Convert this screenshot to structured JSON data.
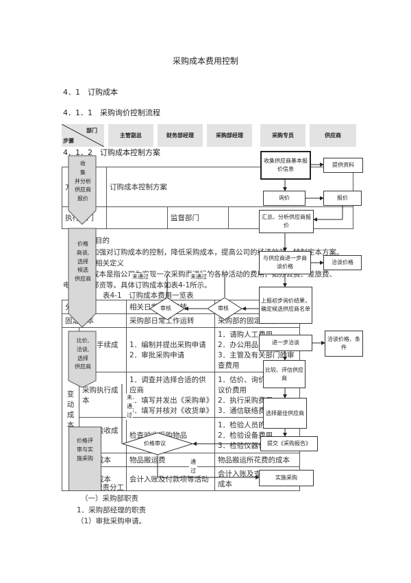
{
  "doc": {
    "title": "采购成本费用控制",
    "sec_4_1": "4．1　订购成本",
    "sec_4_1_1": "4．1．1　采购询价控制流程",
    "sec_4_1_2": "4．1．2　订购成本控制方案"
  },
  "lanes": {
    "dept": "部门",
    "step": "步骤",
    "items": [
      "主管副总",
      "财务部经理",
      "采购部经理",
      "采购专员",
      "供应商"
    ]
  },
  "plan_table": {
    "row1_c1": "方",
    "row1_c2": "订购成本控制方案",
    "row2_c1": "执行部门",
    "row2_c2": "监督部门"
  },
  "body": {
    "h1": "一、目的",
    "p1": "　　为了加强对订购成本的控制，降低采购成本，提高公司的经济效益，特制定本方案。",
    "h2": "二、相关定义",
    "p2": "　　订购成本是指公司为实现一次采购而进行的各种活动的费用，如办公费、差旅费、",
    "p3": "电话费、邮资等。具体订购成本如表4-1所示。",
    "p4": "表4-1　订购成本费用一览表",
    "h3": "三、职责分工",
    "h4": "（一）采购部职责",
    "h5": "1．采购部经理的职责",
    "h6": "（1）审批采购申请。"
  },
  "cost_table": {
    "head": [
      "分类",
      "相关日常工作运转",
      "内容"
    ],
    "r0": [
      "固定成本",
      "采购部日常工作运转",
      "采购部的固定费用"
    ],
    "r1_label": "请购手续成本",
    "r1_a": [
      "1．编制并提出采购申请",
      "2．审批采购申请"
    ],
    "r1_b": [
      "1．请购人工费用",
      "2．办公用品费用",
      "3．主管及有关部门的审查费用"
    ],
    "r2_label": "采购执行成本",
    "r2_a": [
      "1．调查并选择合适的供应商",
      "2．填写并发出《采购单》",
      "3．填写并核对《收货单》"
    ],
    "r2_b": [
      "1．估价、询价、比价、议价费用",
      "2．执行采购费用",
      "3．通信联络费用"
    ],
    "r3_label": "进货验收成本",
    "r3_a": "检查验收采购物品",
    "r3_b": [
      "1．检验人员的费用",
      "2．检验设备费用",
      "3．检验仪器仪表费用"
    ],
    "side": [
      "变",
      "动",
      "成",
      "本"
    ],
    "r4_label": "进库成本",
    "r4_a": "物品搬运费",
    "r4_b": "物品搬运所花费的成本",
    "r5_label": "其他成本",
    "r5_a": "会计入账及付款项等活动",
    "r5_b": "会计入账及支付款项等成本"
  },
  "flow": {
    "v1": [
      "收",
      "集",
      "并分析",
      "供应商",
      "报价"
    ],
    "v2": [
      "价格",
      "商谈,",
      "选择",
      "候选",
      "供应商"
    ],
    "v3": [
      "比价,",
      "洽谈,",
      "选择",
      "供应商"
    ],
    "v4": [
      "价格评",
      "审与实",
      "施采购"
    ],
    "a1": "收集供应商基本报价信息",
    "a1b": "提供资料",
    "a2": "询价",
    "a2b": "报价",
    "a3": "汇总、分析供应商报价",
    "a4": "与供应商进一步商谈价格",
    "a4b": "洽谈价格",
    "a5": "上报初步询价结果，确定候选供应商名单",
    "a6": "进一步洽谈",
    "a6b": "洽谈价格、条件",
    "a7": "比较、评估供应商",
    "a8": "选择最佳供应商",
    "a9": "提交《采购报告》",
    "a10": "实施采购",
    "review1": "审核",
    "review2": "审核",
    "review3": "价格审议",
    "notpass1": "未通过",
    "notpass2": "未通过",
    "notpass3": "未通过",
    "pass": "通过"
  }
}
